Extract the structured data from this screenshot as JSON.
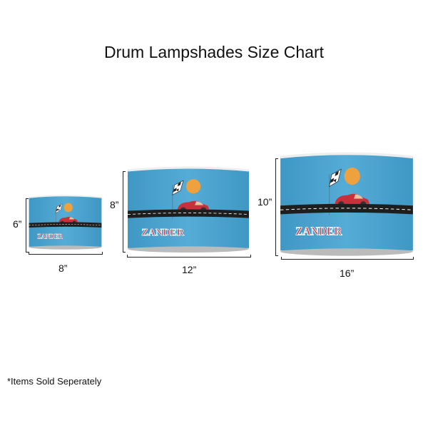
{
  "title": "Drum Lampshades Size Chart",
  "footnote": "*Items Sold Seperately",
  "shade_name": "ZANDER",
  "colors": {
    "shade_blue": "#4ba3cf",
    "road": "#1e1e1e",
    "sun": "#eea13c",
    "car": "#c9303a"
  },
  "shades": [
    {
      "height_label": "6”",
      "width_label": "8”"
    },
    {
      "height_label": "8”",
      "width_label": "12”"
    },
    {
      "height_label": "10”",
      "width_label": "16”"
    }
  ]
}
